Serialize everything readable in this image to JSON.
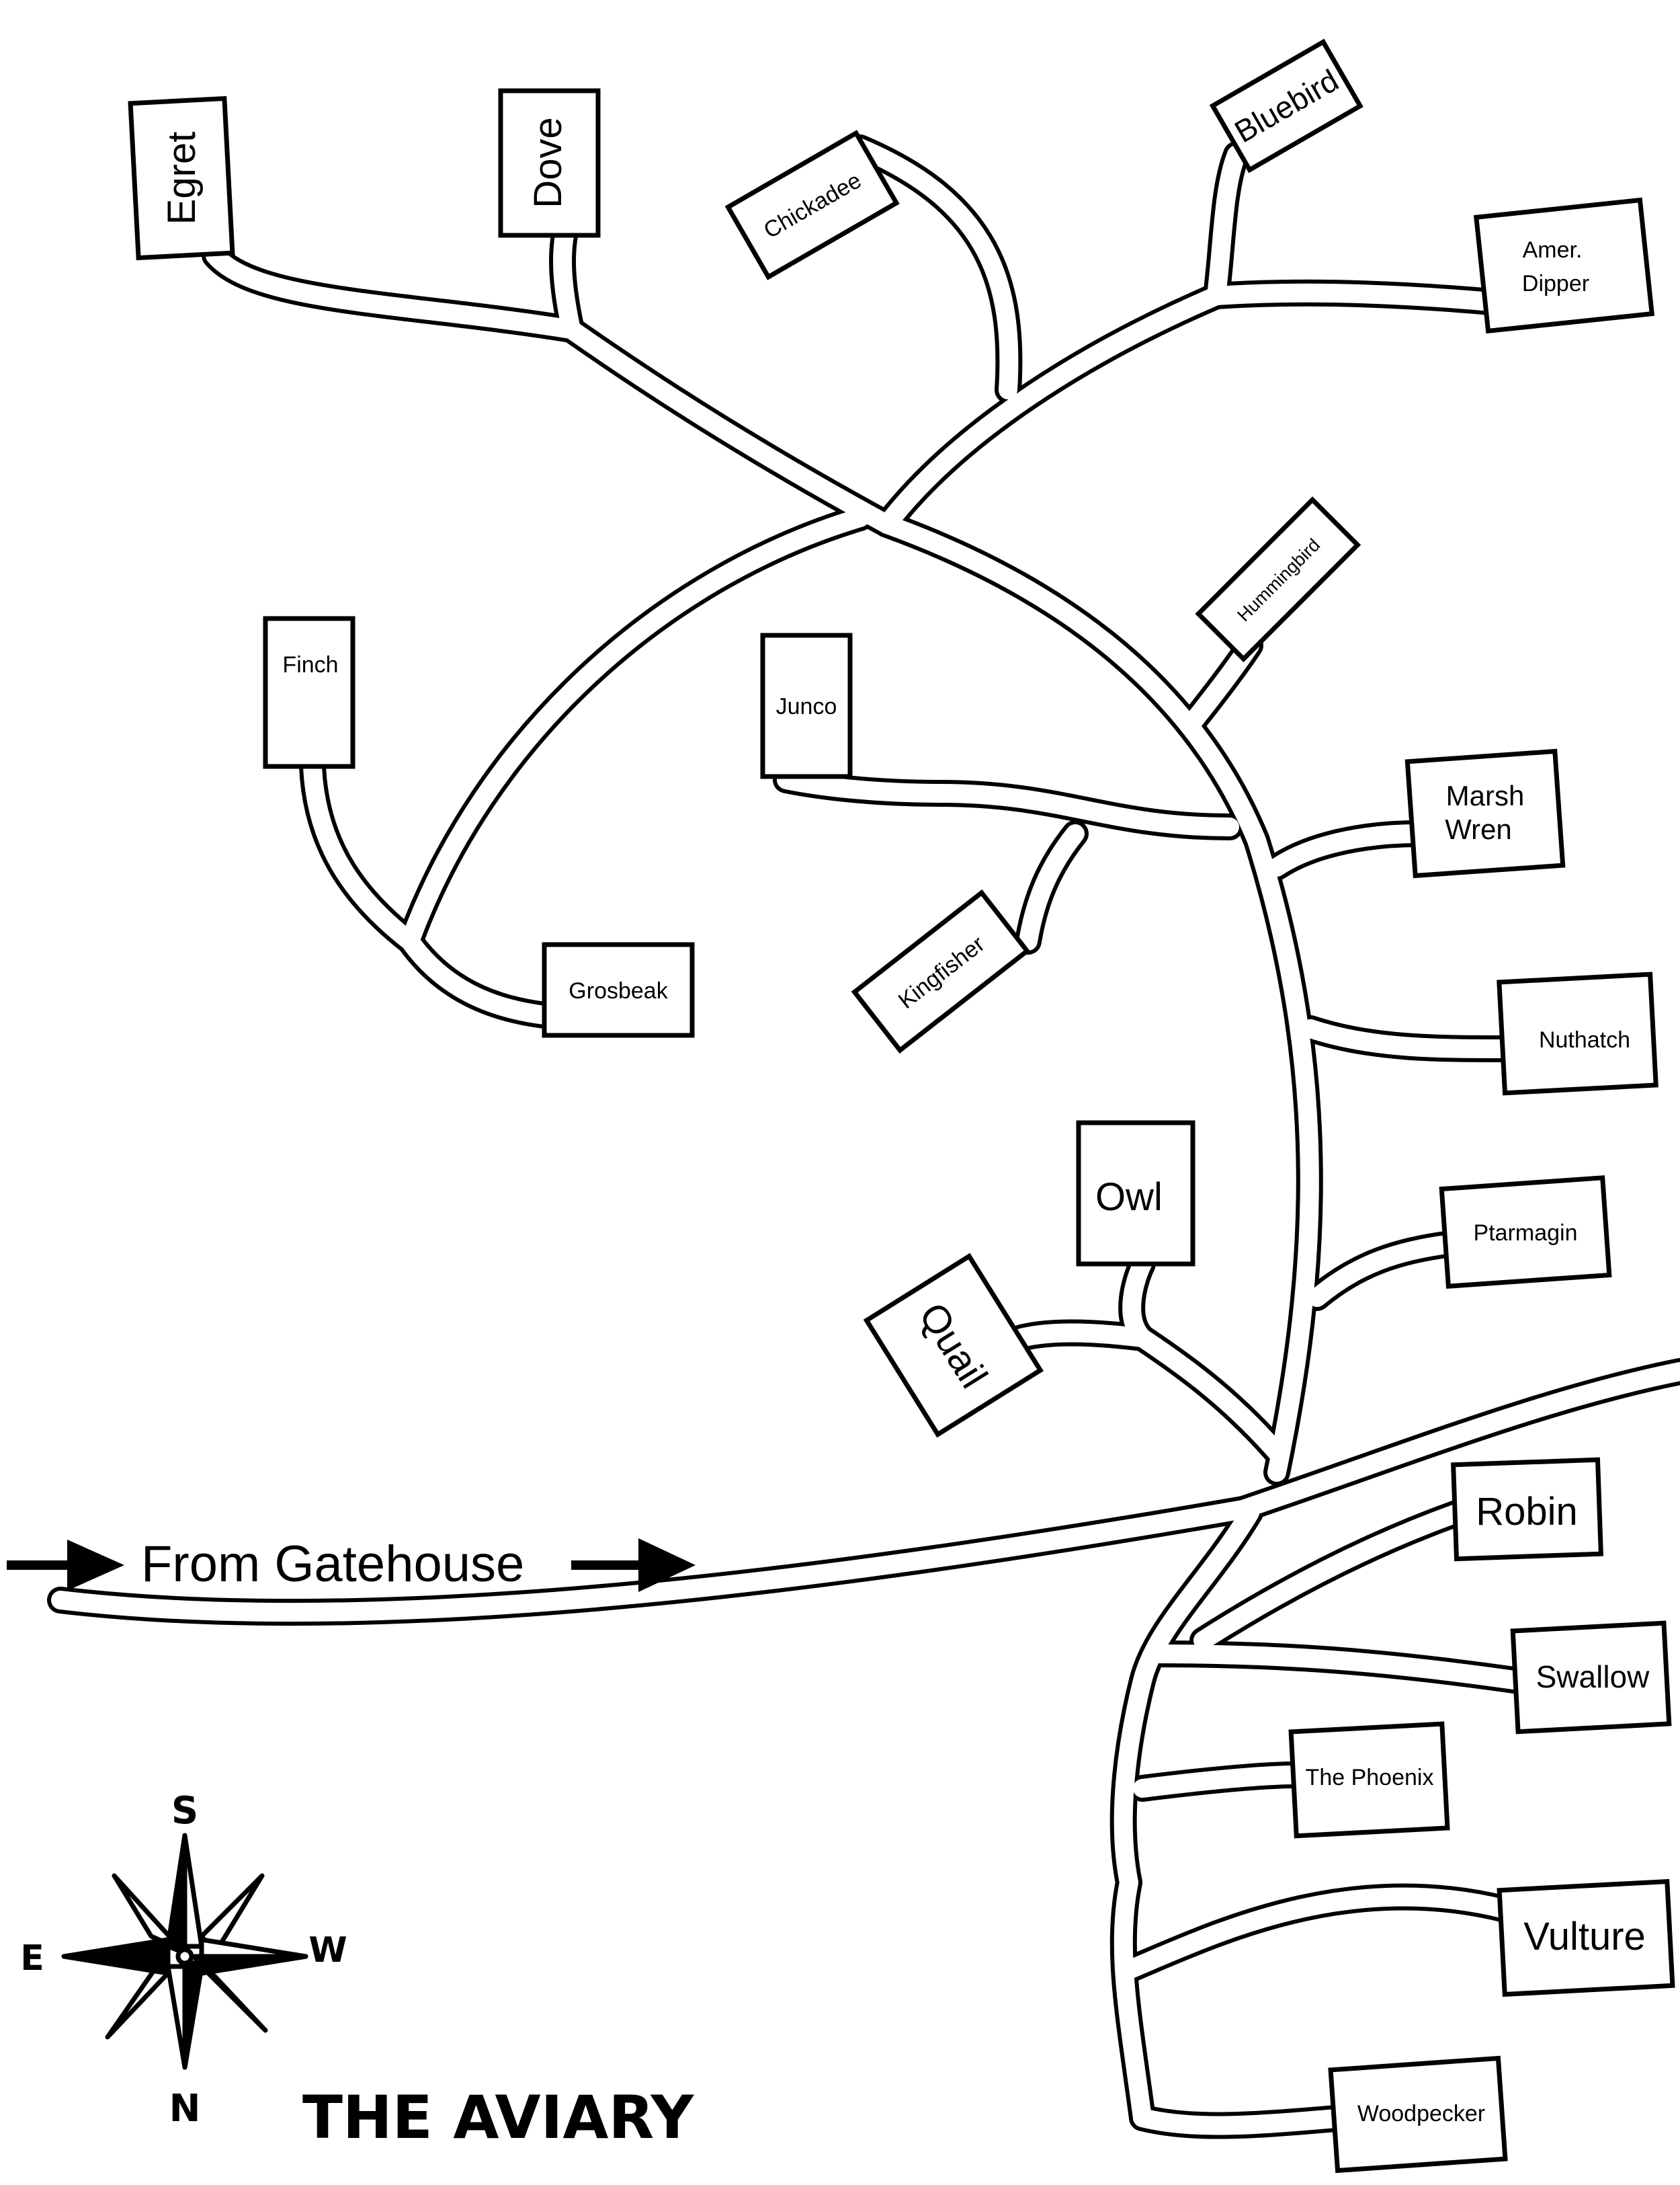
{
  "title": "THE AVIARY",
  "entrance": {
    "label": "From Gatehouse"
  },
  "compass": {
    "top": "S",
    "bottom": "N",
    "left": "E",
    "right": "W"
  },
  "locations": {
    "egret": "Egret",
    "dove": "Dove",
    "chickadee": "Chickadee",
    "bluebird": "Bluebird",
    "amer_dipper_line1": "Amer.",
    "amer_dipper_line2": "Dipper",
    "hummingbird": "Hummingbird",
    "finch": "Finch",
    "junco": "Junco",
    "marsh_wren_line1": "Marsh",
    "marsh_wren_line2": "Wren",
    "kingfisher": "Kingfisher",
    "grosbeak": "Grosbeak",
    "nuthatch": "Nuthatch",
    "owl": "Owl",
    "ptarmagin": "Ptarmagin",
    "quail": "Quail",
    "robin": "Robin",
    "swallow": "Swallow",
    "the_phoenix": "The Phoenix",
    "vulture": "Vulture",
    "woodpecker": "Woodpecker"
  }
}
